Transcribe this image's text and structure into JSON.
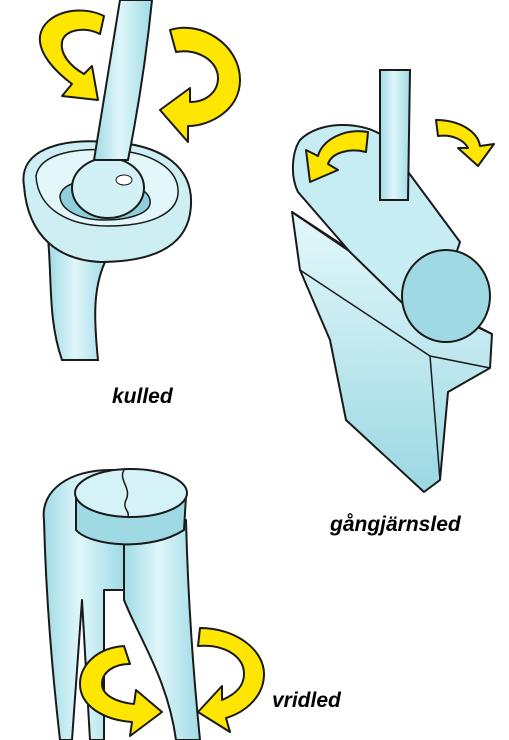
{
  "labels": {
    "ball_joint": "kulled",
    "hinge_joint": "gångjärnsled",
    "pivot_joint": "vridled"
  },
  "colors": {
    "bone_fill": "#c4ecf2",
    "bone_light": "#e6f8fb",
    "bone_shade": "#8fd3de",
    "outline": "#1a1a1a",
    "arrow_fill": "#ffe600"
  }
}
